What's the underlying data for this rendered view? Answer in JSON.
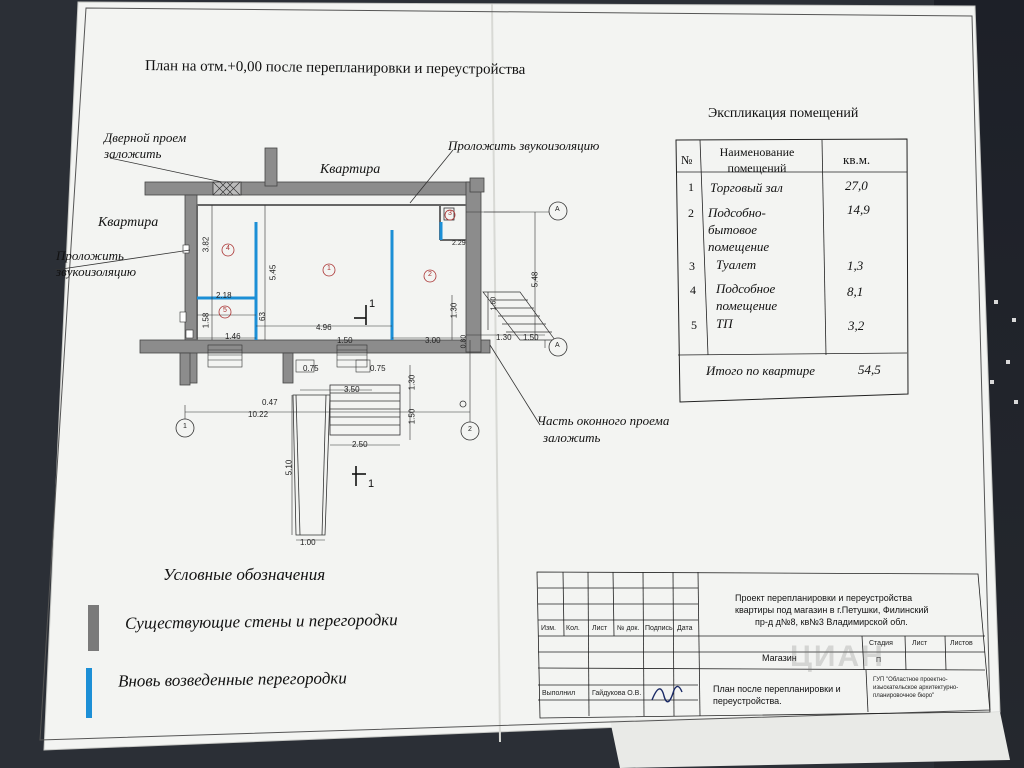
{
  "plan": {
    "title": "План на отм.+0,00 после перепланировки и переустройства",
    "annotations": {
      "door_line1": "Дверной проем",
      "door_line2": "заложить",
      "insulation_top": "Проложить звукоизоляцию",
      "apartment_top": "Квартира",
      "apartment_left": "Квартира",
      "insulation_left_line1": "Проложить",
      "insulation_left_line2": "звукоизоляцию",
      "window_line1": "Часть оконного проема",
      "window_line2": "заложить"
    },
    "room_markers": [
      "1",
      "2",
      "3",
      "4",
      "5"
    ],
    "dimensions": {
      "d_545": "5.45",
      "d_382": "3.82",
      "d_218": "2.18",
      "d_158": "1.58",
      "d_146": "1.46",
      "d_63": "63",
      "d_496": "4.96",
      "d_150a": "1.50",
      "d_300": "3.00",
      "d_130a": "1.30",
      "d_130b": "1.30",
      "d_150b": "1.50",
      "d_548": "5.48",
      "d_229": "2.29",
      "d_075a": "0.75",
      "d_075b": "0.75",
      "d_350": "3.50",
      "d_130c": "1.30",
      "d_047": "0.47",
      "d_1022": "10.22",
      "d_150c": "1.50",
      "d_250": "2.50",
      "d_510": "5.10",
      "d_100": "1.00",
      "d_080": "0.80",
      "d_160": "1.60"
    },
    "axis_labels": {
      "a1": "A",
      "a2": "A",
      "ax1": "1",
      "ax2": "2"
    },
    "section_marks": [
      "1",
      "1"
    ]
  },
  "explication": {
    "title": "Экспликация помещений",
    "headers": [
      "№",
      "Наименование помещений",
      "кв.м."
    ],
    "rows": [
      {
        "num": "1",
        "name": "Торговый зал",
        "area": "27,0"
      },
      {
        "num": "2",
        "name": "Подсобно- бытовое помещение",
        "area": "14,9"
      },
      {
        "num": "3",
        "name": "Туалет",
        "area": "1,3"
      },
      {
        "num": "4",
        "name": "Подсобное помещение",
        "area": "8,1"
      },
      {
        "num": "5",
        "name": "ТП",
        "area": "3,2"
      }
    ],
    "total_label": "Итого по квартире",
    "total_value": "54,5"
  },
  "legend": {
    "title": "Условные обозначения",
    "existing": "Существующие стены и перегородки",
    "new": "Вновь возведенные перегородки",
    "existing_color": "#7a7a7a",
    "new_color": "#1c8fd6"
  },
  "stamp": {
    "project_line1": "Проект перепланировки и переустройства",
    "project_line2": "квартиры под магазин в г.Петушки, Филинский",
    "project_line3": "пр-д д№8, кв№3 Владимирской обл.",
    "cols": [
      "Изм.",
      "Кол.",
      "Лист",
      "№ док.",
      "Подпись",
      "Дата"
    ],
    "stage_headers": [
      "Стадия",
      "Лист",
      "Листов"
    ],
    "object": "Магазин",
    "stage_value": "П",
    "drawing_line1": "План после перепланировки и",
    "drawing_line2": "переустройства.",
    "performed_label": "Выполнил",
    "performer": "Гайдукова О.В.",
    "org": "ГУП \"Областное проектно-изыскательское архитектурно-планировочное бюро\""
  },
  "watermark": "ЦИАН"
}
